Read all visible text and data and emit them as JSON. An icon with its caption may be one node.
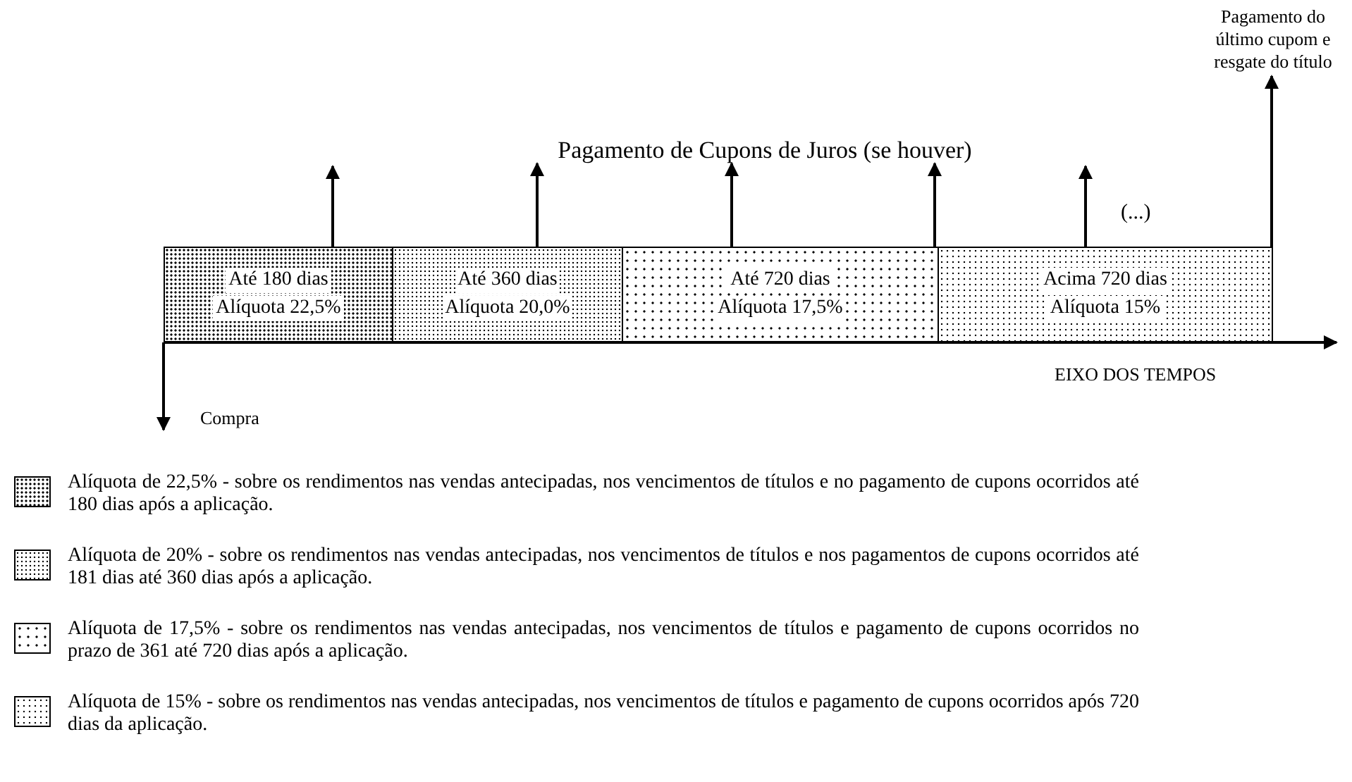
{
  "diagram": {
    "nodes": [
      {
        "text": [
          "Até 180 dias",
          "Alíquota 22,5%"
        ]
      },
      {
        "text": [
          "Até 360 dias",
          "Alíquota 20,0%"
        ]
      },
      {
        "text": [
          "Até 720 dias",
          "Alíquota 17,5%"
        ]
      },
      {
        "text": [
          "Acima 720 dias",
          "Alíquota 15%"
        ]
      },
      {
        "text": [
          "Pagamento do último cupom e resgate do título"
        ]
      },
      {
        "text": [
          "Pagamento de Cupons de Juros (se houver)"
        ]
      }
    ],
    "edges": [
      {
        "from": 0,
        "to": null,
        "arrow": "to"
      },
      {
        "from": 1,
        "to": 5,
        "arrow": "to"
      },
      {
        "from": 2,
        "to": 5,
        "arrow": "to"
      },
      {
        "from": 2,
        "to": 5,
        "arrow": "to"
      },
      {
        "from": 3,
        "to": null,
        "arrow": "to"
      },
      {
        "from": 3,
        "to": 4,
        "arrow": "to"
      },
      {
        "from": 0,
        "to": null,
        "arrow": "to"
      }
    ],
    "labels": [
      "(...)",
      "EIXO DOS TEMPOS",
      "Compra"
    ],
    "legend": [
      {
        "text": "Alíquota de 22,5% - sobre os rendimentos nas vendas antecipadas, nos vencimentos de títulos e no pagamento de cupons ocorridos até 180 dias após a aplicação."
      },
      {
        "text": "Alíquota de 20% - sobre os rendimentos nas vendas antecipadas, nos vencimentos de títulos e nos pagamentos de cupons ocorridos até 181 dias até 360 dias após a aplicação."
      },
      {
        "text": "Alíquota de 17,5% - sobre os rendimentos nas vendas antecipadas, nos vencimentos de títulos e pagamento de cupons ocorridos no prazo de 361 até 720 dias após a aplicação."
      },
      {
        "text": "Alíquota de 15% - sobre os rendimentos nas vendas antecipadas, nos vencimentos de títulos e pagamento de cupons ocorridos após 720 dias da aplicação."
      }
    ]
  }
}
